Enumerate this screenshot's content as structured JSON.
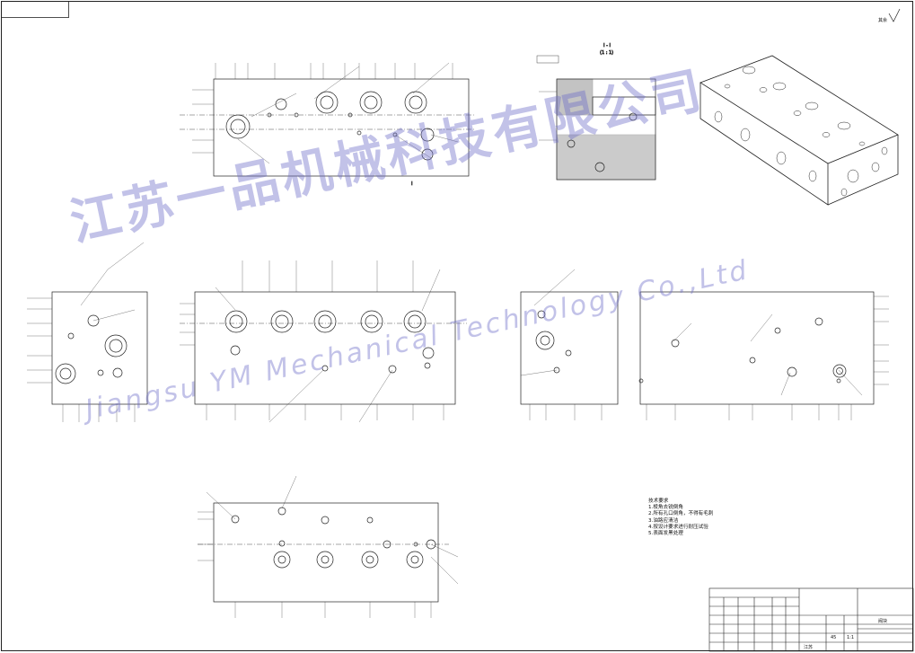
{
  "drawing": {
    "corner_mark": "√",
    "roughness_note": "其余",
    "section_label": "I - I",
    "scale_label": "(1 : 1)",
    "section_marker": "I"
  },
  "notes": {
    "title": "技术要求",
    "items": [
      "1.棱角去锐倒角",
      "2.所有孔口倒角，不得有毛刺",
      "3.油路应清洁",
      "4.按设计要求进行耐压试验",
      "5.表面发黑处理"
    ]
  },
  "title_block": {
    "material": "45",
    "scale": "1:1",
    "name": "阀块",
    "company": "江苏"
  },
  "watermark": {
    "cn": "江苏一品机械科技有限公司",
    "en": "Jiangsu YM Mechanical Technology Co.,Ltd"
  }
}
